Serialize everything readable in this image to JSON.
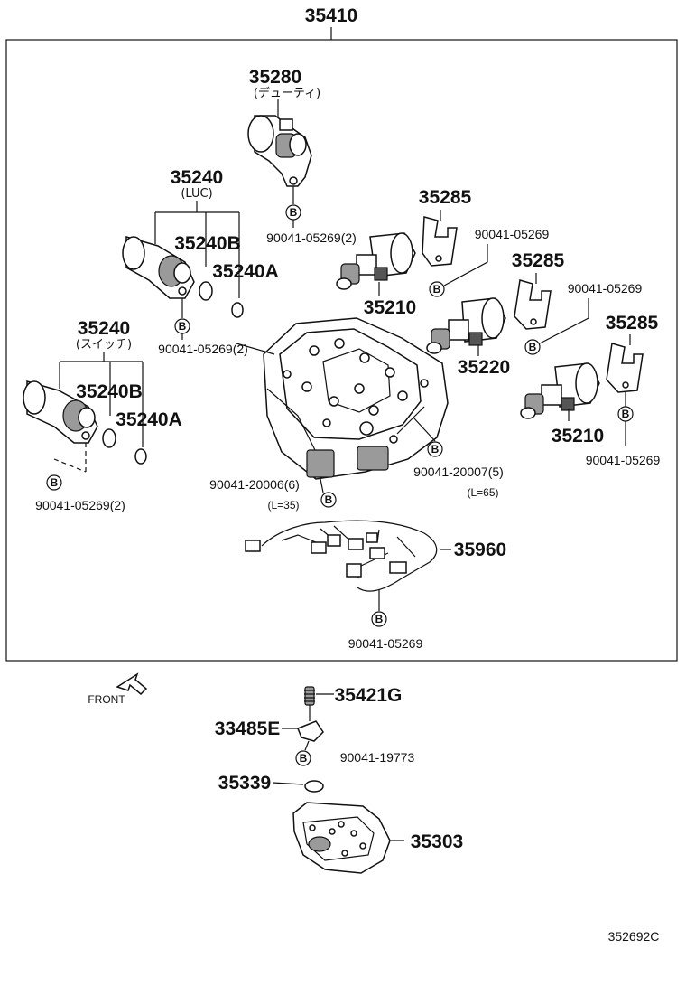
{
  "labels": {
    "assy": "35410",
    "p35280": "35280",
    "p35280_sub": "(デューティ)",
    "p35240_luc": "35240",
    "p35240_luc_sub": "(LUC)",
    "p35240b_1": "35240B",
    "p35240a_1": "35240A",
    "p35240_sw": "35240",
    "p35240_sw_sub": "(スイッチ)",
    "p35240b_2": "35240B",
    "p35240a_2": "35240A",
    "p35285_1": "35285",
    "p35285_2": "35285",
    "p35285_3": "35285",
    "p35210_1": "35210",
    "p35220": "35220",
    "p35210_2": "35210",
    "p35960": "35960",
    "p35421g": "35421G",
    "p33485e": "33485E",
    "p35339": "35339",
    "p35303": "35303",
    "b1": "90041-05269(2)",
    "b2": "90041-05269(2)",
    "b3": "90041-05269(2)",
    "b4": "90041-05269",
    "b5": "90041-05269",
    "b6": "90041-05269",
    "b7": "90041-20006(6)",
    "b7_sub": "(L=35)",
    "b8": "90041-20007(5)",
    "b8_sub": "(L=65)",
    "b9": "90041-05269",
    "b10": "90041-19773",
    "front": "FRONT",
    "drawing_no": "352692C",
    "bolt_marker": "B"
  }
}
